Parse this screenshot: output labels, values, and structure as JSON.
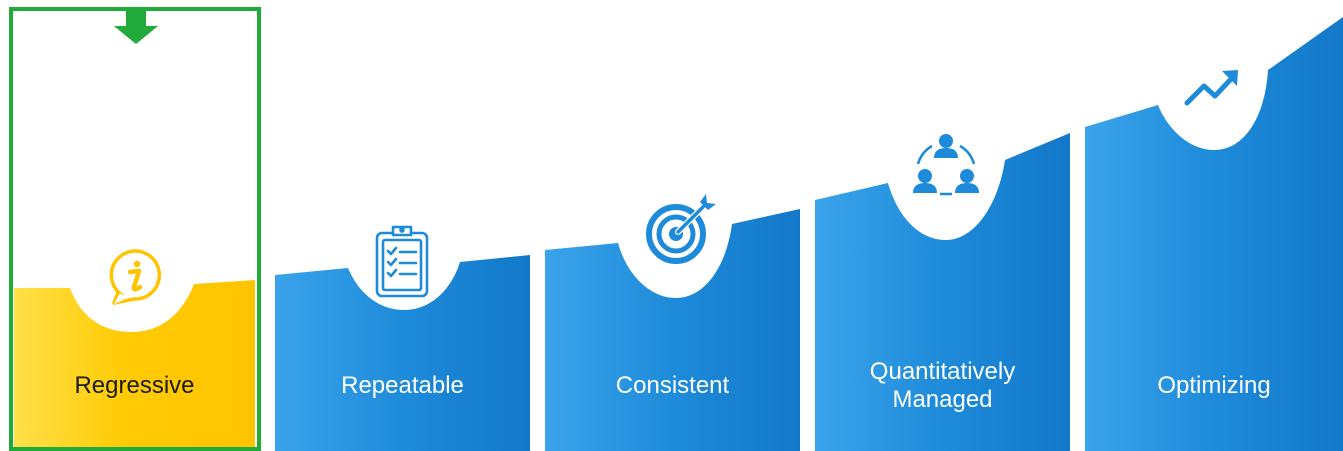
{
  "diagram": {
    "stages": [
      {
        "label": "Regressive",
        "icon": "info-speech-icon",
        "selected": true,
        "accent": "#FFCB05"
      },
      {
        "label": "Repeatable",
        "icon": "clipboard-checklist-icon",
        "selected": false,
        "accent": "#1E88D8"
      },
      {
        "label": "Consistent",
        "icon": "target-arrow-icon",
        "selected": false,
        "accent": "#1E88D8"
      },
      {
        "label": "Quantitatively\nManaged",
        "icon": "team-network-icon",
        "selected": false,
        "accent": "#1E88D8"
      },
      {
        "label": "Optimizing",
        "icon": "trending-up-icon",
        "selected": false,
        "accent": "#1E88D8"
      }
    ],
    "selection_color": "#1FAA3A",
    "selection_marker": "down-arrow-icon"
  }
}
